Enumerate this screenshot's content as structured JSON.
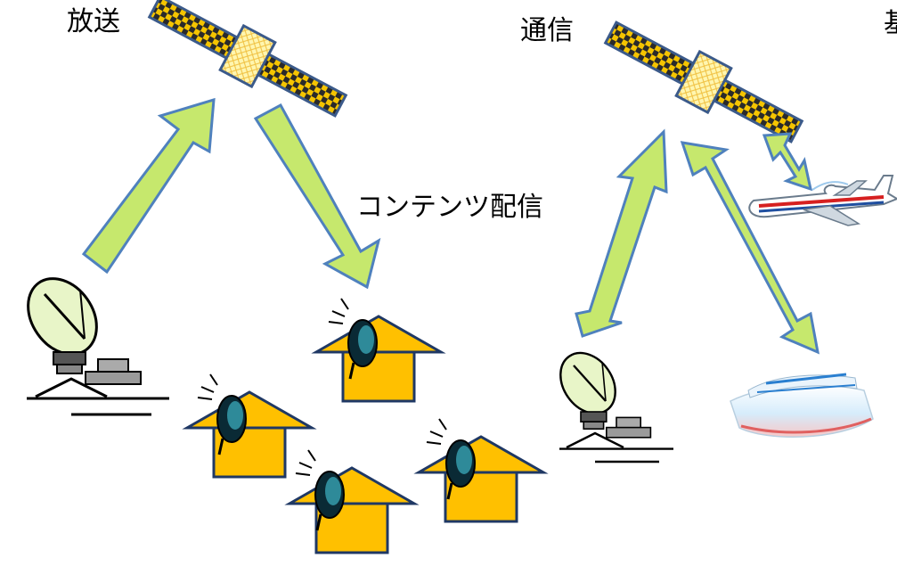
{
  "labels": {
    "broadcast": "放送",
    "communication": "通信",
    "content_delivery": "コンテンツ配信",
    "clipped_heading": "基"
  },
  "colors": {
    "arrow_fill": "#c6e86d",
    "arrow_stroke": "#4f81bd",
    "house_fill": "#ffc000",
    "house_stroke": "#1f3864",
    "dish_fill": "#e8f5c8",
    "satellite_panel": "#f5c400",
    "satellite_body": "#fff3a0"
  }
}
